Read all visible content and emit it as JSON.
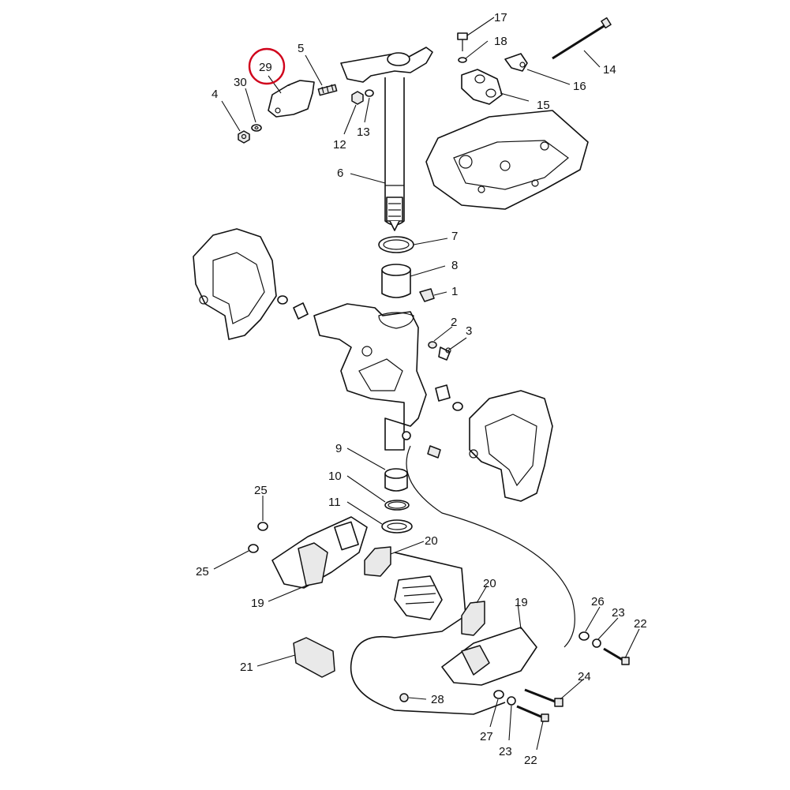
{
  "diagram": {
    "highlight_color": "#d0021b",
    "line_color": "#111111",
    "highlighted_part": "29",
    "callouts": {
      "c1": "1",
      "c2": "2",
      "c3": "3",
      "c4": "4",
      "c5": "5",
      "c6": "6",
      "c7": "7",
      "c8": "8",
      "c9": "9",
      "c10": "10",
      "c11": "11",
      "c12": "12",
      "c13": "13",
      "c14": "14",
      "c15": "15",
      "c16": "16",
      "c17": "17",
      "c18": "18",
      "c19a": "19",
      "c19b": "19",
      "c20a": "20",
      "c20b": "20",
      "c21": "21",
      "c22a": "22",
      "c22b": "22",
      "c23a": "23",
      "c23b": "23",
      "c24": "24",
      "c25a": "25",
      "c25b": "25",
      "c26": "26",
      "c27": "27",
      "c28": "28",
      "c29": "29",
      "c30": "30"
    }
  }
}
